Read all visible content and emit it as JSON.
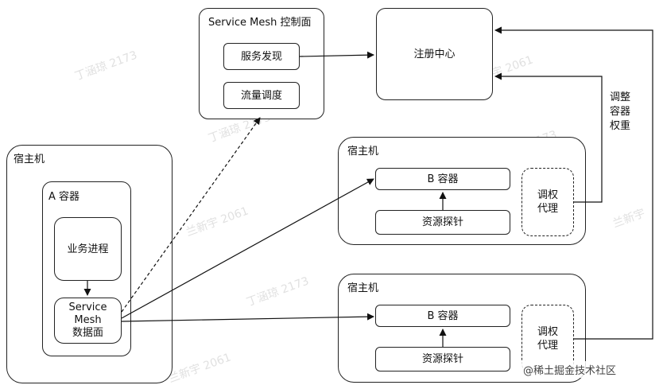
{
  "control_plane": {
    "title": "Service Mesh 控制面",
    "service_discovery": "服务发现",
    "traffic_scheduling": "流量调度"
  },
  "registry": "注册中心",
  "side_label": [
    "调整",
    "容器",
    "权重"
  ],
  "host_left": {
    "title": "宿主机",
    "container_title": "A 容器",
    "business_process": "业务进程",
    "data_plane": [
      "Service",
      "Mesh",
      "数据面"
    ]
  },
  "host_right_top": {
    "title": "宿主机",
    "container": "B 容器",
    "resource_probe": "资源探针",
    "weight_proxy": [
      "调权",
      "代理"
    ]
  },
  "host_right_bottom": {
    "title": "宿主机",
    "container": "B 容器",
    "resource_probe": "资源探针",
    "weight_proxy": [
      "调权",
      "代理"
    ]
  },
  "watermark": "@稀土掘金技术社区"
}
